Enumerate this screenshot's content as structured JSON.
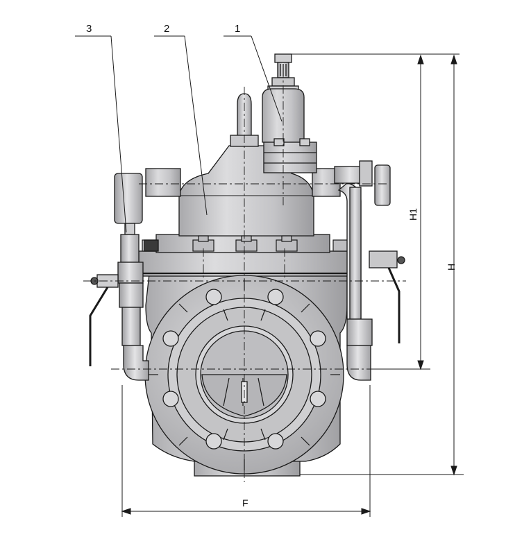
{
  "labels": {
    "part_1": "1",
    "part_2": "2",
    "part_3": "3",
    "dim_h1": "H1",
    "dim_h": "H",
    "dim_f": "F"
  },
  "colors": {
    "body_fill": "#c8c8ca",
    "body_dark": "#9b9b9e",
    "body_light": "#e2e2e4",
    "line": "#1a1a1a"
  }
}
